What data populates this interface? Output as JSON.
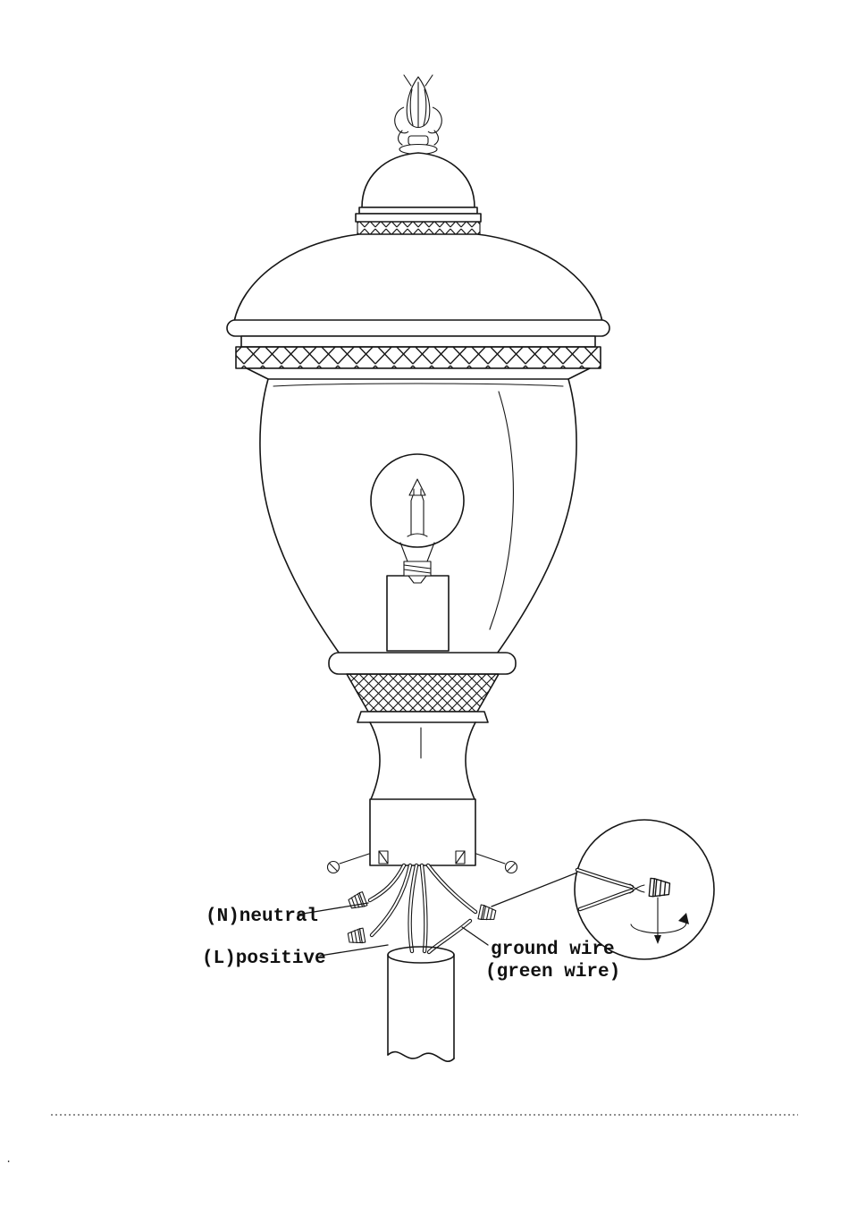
{
  "page": {
    "background": "#ffffff",
    "ink": "#161616"
  },
  "labels": {
    "neutral": "(N)neutral",
    "positive": "(L)positive",
    "ground_1": "ground wire",
    "ground_2": "(green wire)",
    "footer_mark": "."
  }
}
